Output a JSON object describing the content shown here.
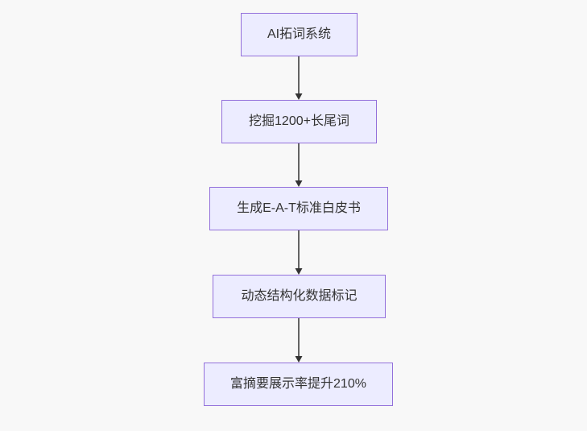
{
  "diagram": {
    "type": "flowchart-top-down",
    "title": "",
    "nodes": [
      {
        "id": "A",
        "label": "AI拓词系统"
      },
      {
        "id": "B",
        "label": "挖掘1200+长尾词"
      },
      {
        "id": "C",
        "label": "生成E-A-T标准白皮书"
      },
      {
        "id": "D",
        "label": "动态结构化数据标记"
      },
      {
        "id": "E",
        "label": "富摘要展示率提升210%"
      }
    ],
    "edges": [
      {
        "from": "A",
        "to": "B"
      },
      {
        "from": "B",
        "to": "C"
      },
      {
        "from": "C",
        "to": "D"
      },
      {
        "from": "D",
        "to": "E"
      }
    ],
    "colors": {
      "background": "#f8f8f8",
      "node_fill": "#ECECFF",
      "node_border": "#9370DB",
      "node_text": "#333333",
      "edge": "#333333"
    }
  }
}
